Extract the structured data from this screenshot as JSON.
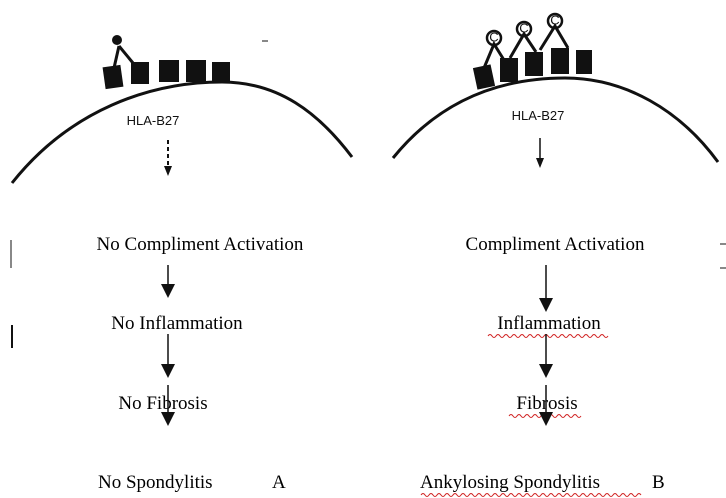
{
  "panels": [
    {
      "id": "A",
      "cell_label": "HLA-B27",
      "steps": [
        "No Compliment Activation",
        "No Inflammation",
        "No Fibrosis"
      ],
      "outcome": "No Spondylitis",
      "panel_letter": "A"
    },
    {
      "id": "B",
      "cell_label": "HLA-B27",
      "steps": [
        "Compliment Activation",
        "Inflammation",
        "Fibrosis"
      ],
      "outcome": "Ankylosing Spondylitis",
      "panel_letter": "B",
      "complement_marker": "C"
    }
  ]
}
